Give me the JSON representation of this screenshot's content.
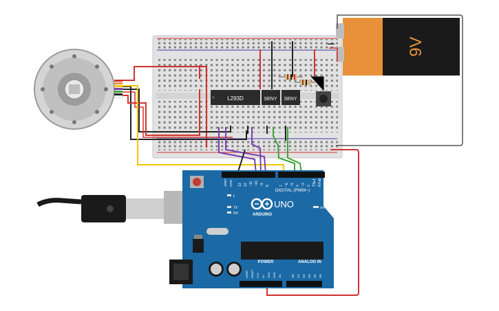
{
  "battery": {
    "label": "9V",
    "body_color": "#1a1a1a",
    "label_color": "#e8913a"
  },
  "chips": [
    {
      "label": "L293D"
    },
    {
      "label": "SENY"
    },
    {
      "label": "SENY"
    }
  ],
  "arduino": {
    "brand": "ARDUINO",
    "model": "UNO",
    "digital_header": "DIGITAL (PWM~)",
    "aref": "AREF",
    "gnd": "GND",
    "d13": "13",
    "d12": "12",
    "d11": "~11",
    "d10": "~10",
    "d9": "~9",
    "d8": "8",
    "d7": "7",
    "d6": "~6",
    "d5": "~5",
    "d4": "4",
    "d3": "~3",
    "d2": "2",
    "tx": "TX▸1",
    "rx": "RX◂0",
    "led_l": "L",
    "led_tx": "TX",
    "led_rx": "RX",
    "on": "ON",
    "power": "POWER",
    "analog_in": "ANALOG IN",
    "power_pins": [
      "IOREF",
      "RESET",
      "3.3V",
      "5V",
      "GND",
      "GND",
      "Vin"
    ],
    "analog_pins": [
      "A0",
      "A1",
      "A2",
      "A3",
      "A4",
      "A5"
    ],
    "board_color": "#1b6aa6"
  },
  "wires": {
    "red": "#d0312d",
    "black": "#222222",
    "yellow": "#f2c600",
    "purple": "#7a3fb0",
    "green": "#3da336",
    "gray": "#555555"
  }
}
